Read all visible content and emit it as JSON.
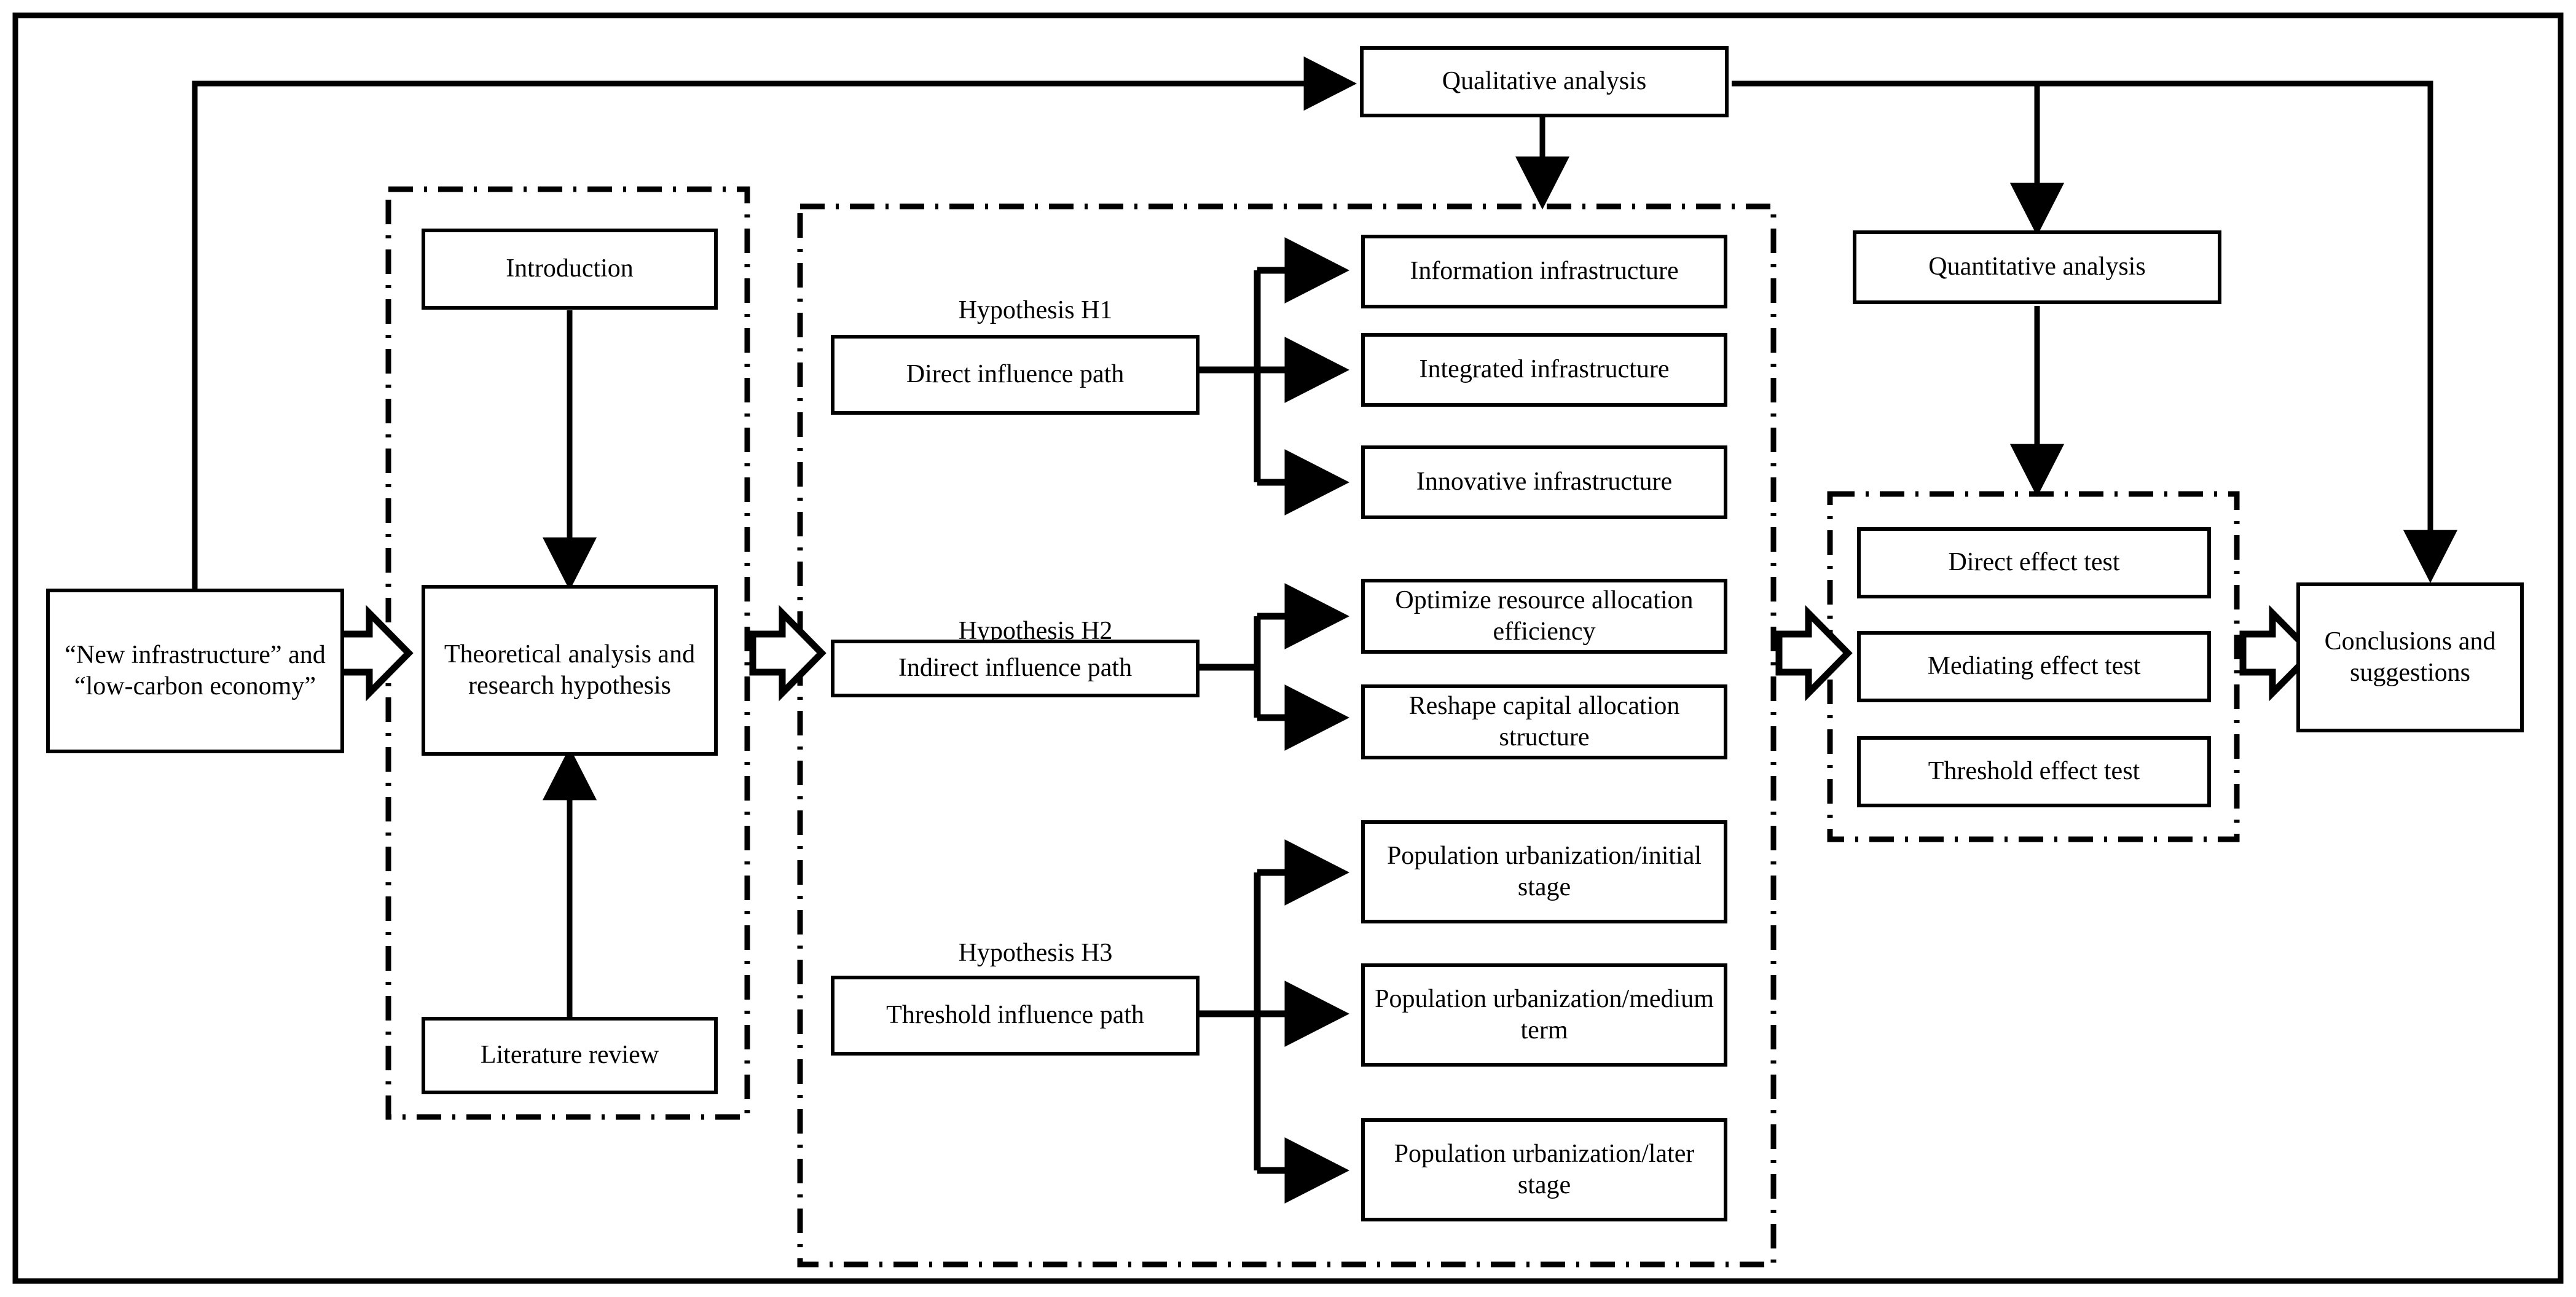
{
  "diagram": {
    "title": "Research framework flowchart",
    "stroke_color": "#000000",
    "background_color": "#ffffff"
  },
  "nodes": {
    "new_infrastructure": "“New infrastructure” and “low-carbon economy”",
    "introduction": "Introduction",
    "theoretical_analysis": "Theoretical analysis and research hypothesis",
    "literature_review": "Literature review",
    "h1_box": "Direct influence path",
    "h2_box": "Indirect influence path",
    "h3_box": "Threshold influence path",
    "information_infrastructure": "Information infrastructure",
    "integrated_infrastructure": "Integrated infrastructure",
    "innovative_infrastructure": "Innovative infrastructure",
    "optimize_resource": "Optimize resource allocation efficiency",
    "reshape_capital": "Reshape capital allocation structure",
    "urbanization_initial": "Population urbanization/initial stage",
    "urbanization_medium": "Population urbanization/medium term",
    "urbanization_later": "Population urbanization/later stage",
    "qualitative_analysis": "Qualitative analysis",
    "quantitative_analysis": "Quantitative analysis",
    "direct_effect_test": "Direct effect test",
    "mediating_effect_test": "Mediating effect test",
    "threshold_effect_test": "Threshold effect test",
    "conclusions": "Conclusions and suggestions"
  },
  "labels": {
    "hypothesis_h1": "Hypothesis H1",
    "hypothesis_h2": "Hypothesis H2",
    "hypothesis_h3": "Hypothesis H3"
  },
  "groups": {
    "theory_group": "Theory group (dash-dot container)",
    "hypothesis_group": "Hypothesis group (dash-dot container)",
    "effect_test_group": "Effect test group (dash-dot container)"
  }
}
